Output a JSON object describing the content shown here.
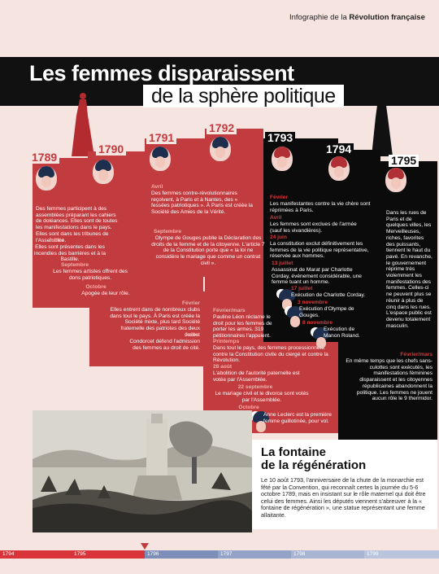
{
  "header": {
    "prefix": "Infographie de la ",
    "bold": "Révolution française"
  },
  "title": {
    "line1": "Les femmes disparaissent",
    "line2": "de la sphère politique"
  },
  "years": {
    "y1789": "1789",
    "y1790": "1790",
    "y1791": "1791",
    "y1792": "1792",
    "y1793": "1793",
    "y1794": "1794",
    "y1795": "1795"
  },
  "col1789": {
    "p1": "Des femmes participent à des assemblées préparant les cahiers de doléances. Elles sont de toutes les manifestations dans le pays. Elles sont dans les tribunes de l'Assemblée.",
    "d_juillet": "Juillet",
    "p_juillet": "Elles sont présentes dans les incendies des barrières et à la Bastille.",
    "d_septembre": "Septembre",
    "p_septembre": "Les femmes artistes offrent des dons patriotiques.",
    "d_octobre": "Octobre",
    "p_octobre": "Apogée de leur rôle."
  },
  "col1791": {
    "d_avril": "Avril",
    "p_avril": "Des femmes contre-révolutionnaires reçoivent, à Paris et à Nantes, des « fessées patriotiques ». À Paris est créée la Société des Amies de la Vérité.",
    "d_septembre": "Septembre",
    "p_septembre": "Olympe de Gouges publie la Déclaration des droits de la femme et de la citoyenne. L'article 7 de la Constitution porte que « la loi ne considère le mariage que comme un contrat civil ».",
    "d_fevrier": "Février",
    "p_fevrier": "Elles entrent dans de nombreux clubs dans tout le pays. À Paris est créée la Société mixte, plus tard Société fraternelle des patriotes des deux sexes.",
    "d_juillet": "Juillet",
    "p_juillet": "Condorcet défend l'admission des femmes au droit de cité."
  },
  "col1792": {
    "d_fevmars": "Février/mars",
    "p_fevmars": "Pauline Léon réclame le droit pour les femmes de porter les armes. 319 pétitionnaires l'appuient.",
    "d_printemps": "Printemps",
    "p_printemps": "Dans tout le pays, des femmes processionnent contre la Constitution civile du clergé et contre la Révolution.",
    "d_28aout": "28 août",
    "p_28aout": "L'abolition de l'autorité paternelle est votée par l'Assemblée.",
    "d_22sept": "22 septembre",
    "p_22sept": "Le mariage civil et le divorce sont votés par l'Assemblée.",
    "d_octobre": "Octobre",
    "p_octobre": "Anne Leclerc est la première femme guillotinée, pour vol."
  },
  "col1793": {
    "d_fevrier": "Février",
    "p_fevrier": "Les manifestantes contre la vie chère sont réprimées à Paris.",
    "d_avril": "Avril",
    "p_avril": "Les femmes sont exclues de l'armée (sauf les vivandières).",
    "d_24juin": "24 juin",
    "p_24juin": "La constitution exclut définitivement les femmes de la vie politique représentative, réservée aux hommes.",
    "d_13juillet": "13 juillet",
    "p_13juillet": "Assassinat de Marat par Charlotte Corday, événement considérable, une femme tuant un homme.",
    "d_17juillet": "17 juillet",
    "p_17juillet": "Exécution de Charlotte Corday.",
    "d_3nov": "3 novembre",
    "p_3nov": "Exécution d'Olympe de Gouges.",
    "d_8nov": "8 novembre",
    "p_8nov": "Exécution de Manon Roland."
  },
  "col1795": {
    "p1": "Dans les rues de Paris et de quelques villes, les Merveilleuses, riches, favorites des puissants, tiennent le haut du pavé. En revanche, le gouvernement réprime très violemment les manifestations des femmes. Celles-ci ne peuvent plus se réunir à plus de cinq dans les rues. L'espace public est devenu totalement masculin.",
    "d_fevmars": "Février/mars",
    "p_fevmars": "En même temps que les chefs sans-culottes sont exécutés, les manifestations féminines disparaissent et les citoyennes républicaines abandonnent la politique. Les femmes ne jouent aucun rôle le 9 thermidor."
  },
  "fontaine": {
    "title1": "La fontaine",
    "title2": "de la régénération",
    "text": "Le 10 août 1793, l'anniversaire de la chute de la monarchie est fêté par la Convention, qui reconnaît certes la journée du 5-6 octobre 1789, mais en insistant sur le rôle maternel qui doit être celui des femmes. Ainsi les députés viennent s'abreuver à la « fontaine de régénération », une statue représentant une femme allaitante."
  },
  "timeline": [
    "1794",
    "1795",
    "1796",
    "1797",
    "1798",
    "1799"
  ],
  "colors": {
    "red": "#c23b3e",
    "black": "#0b0b0b",
    "background": "#f6e4e0",
    "timeline_red": "#d8343a",
    "timeline_blue": "#8fa0c4"
  }
}
